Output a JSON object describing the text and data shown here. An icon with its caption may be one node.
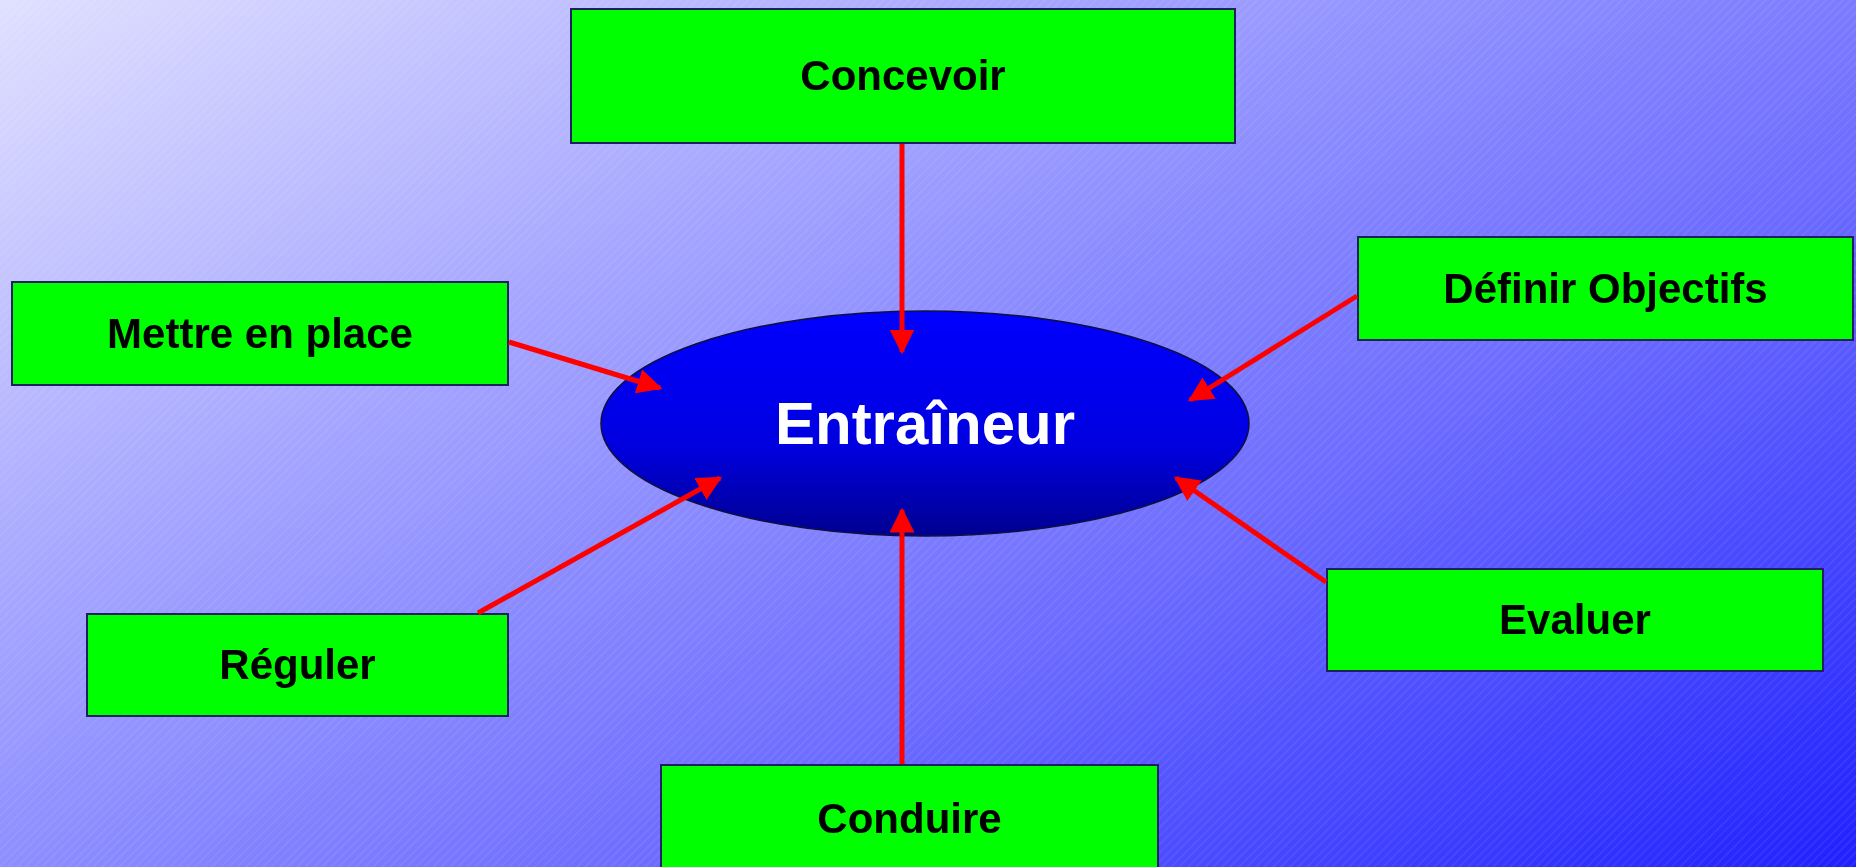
{
  "diagram": {
    "nodes": [
      {
        "text": [
          "Concevoir"
        ]
      },
      {
        "text": [
          "Définir Objectifs"
        ]
      },
      {
        "text": [
          "Mettre en place"
        ]
      },
      {
        "text": [
          "Entraîneur"
        ]
      },
      {
        "text": [
          "Evaluer"
        ]
      },
      {
        "text": [
          "Réguler"
        ]
      },
      {
        "text": [
          "Conduire"
        ]
      }
    ],
    "edges": [
      {
        "from": 0,
        "to": 3,
        "arrow": "to"
      },
      {
        "from": 1,
        "to": 3,
        "arrow": "to"
      },
      {
        "from": 2,
        "to": 3,
        "arrow": "to"
      },
      {
        "from": 4,
        "to": 3,
        "arrow": "to"
      },
      {
        "from": 5,
        "to": 3,
        "arrow": "to"
      },
      {
        "from": 6,
        "to": 3,
        "arrow": "to"
      }
    ]
  }
}
